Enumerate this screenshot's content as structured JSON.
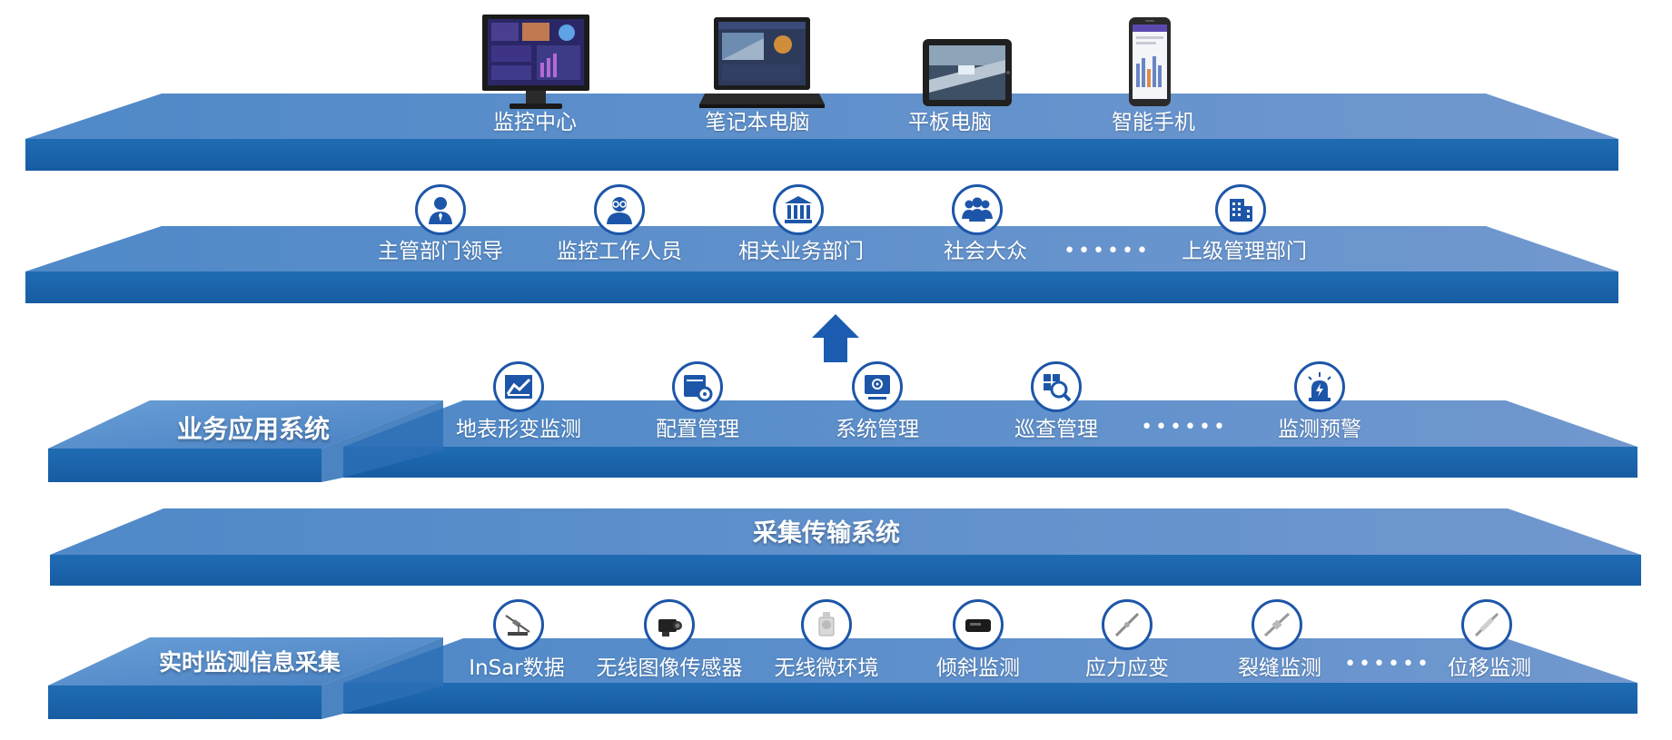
{
  "layers": {
    "terminals": {
      "items": [
        {
          "label": "监控中心",
          "icon": "monitor-icon"
        },
        {
          "label": "笔记本电脑",
          "icon": "laptop-icon"
        },
        {
          "label": "平板电脑",
          "icon": "tablet-icon"
        },
        {
          "label": "智能手机",
          "icon": "smartphone-icon"
        }
      ]
    },
    "users": {
      "items": [
        {
          "label": "主管部门领导",
          "icon": "leader-icon"
        },
        {
          "label": "监控工作人员",
          "icon": "staff-icon"
        },
        {
          "label": "相关业务部门",
          "icon": "institution-icon"
        },
        {
          "label": "社会大众",
          "icon": "public-group-icon"
        },
        {
          "label": "上级管理部门",
          "icon": "building-icon"
        }
      ],
      "ellipsis": "••••••"
    },
    "business": {
      "title": "业务应用系统",
      "items": [
        {
          "label": "地表形变监测",
          "icon": "deformation-chart-icon"
        },
        {
          "label": "配置管理",
          "icon": "config-gear-icon"
        },
        {
          "label": "系统管理",
          "icon": "system-settings-icon"
        },
        {
          "label": "巡查管理",
          "icon": "inspection-search-icon"
        },
        {
          "label": "监测预警",
          "icon": "alarm-light-icon"
        }
      ],
      "ellipsis": "••••••"
    },
    "transmission": {
      "title": "采集传输系统"
    },
    "collection": {
      "title": "实时监测信息采集",
      "items": [
        {
          "label": "InSar数据",
          "icon": "insar-icon"
        },
        {
          "label": "无线图像传感器",
          "icon": "camera-sensor-icon"
        },
        {
          "label": "无线微环境",
          "icon": "micro-env-sensor-icon"
        },
        {
          "label": "倾斜监测",
          "icon": "tilt-sensor-icon"
        },
        {
          "label": "应力应变",
          "icon": "strain-gauge-icon"
        },
        {
          "label": "裂缝监测",
          "icon": "crack-meter-icon"
        },
        {
          "label": "位移监测",
          "icon": "displacement-sensor-icon"
        }
      ],
      "ellipsis": "••••••"
    }
  },
  "colors": {
    "platform_top": "#5b8ecb",
    "platform_front": "#1b64ad",
    "icon_ring": "#1d56a8",
    "arrow": "#1b5bb0"
  }
}
